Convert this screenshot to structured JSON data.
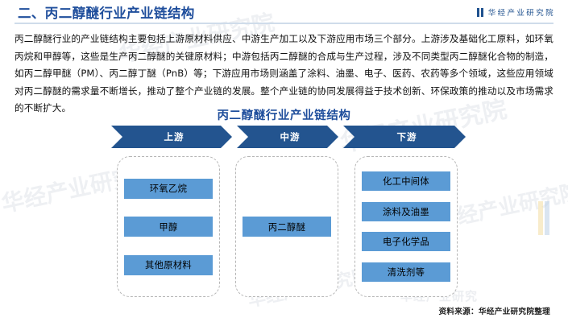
{
  "header": {
    "title": "二、丙二醇醚行业产业链结构",
    "brand_text": "华经产业研究院",
    "brand_icon": "double-bar-logo-icon",
    "title_color": "#1F4E9C",
    "rule_color": "#cfdcea"
  },
  "intro": {
    "paragraph": "丙二醇醚行业的产业链结构主要包括上游原材料供应、中游生产加工以及下游应用市场三个部分。上游涉及基础化工原料，如环氧丙烷和甲醇等，这些是生产丙二醇醚的关键原材料；中游包括丙二醇醚的合成与生产过程，涉及不同类型丙二醇醚化合物的制造，如丙二醇甲醚（PM）、丙二醇丁醚（PnB）等；下游应用市场则涵盖了涂料、油墨、电子、医药、农药等多个领域，这些应用领域对丙二醇醚的需求量不断增长，推动了整个产业链的发展。整个产业链的协同发展得益于技术创新、环保政策的推动以及市场需求的不断扩大。"
  },
  "figure": {
    "title": "丙二醇醚行业产业链结构",
    "chevron_color": "#23548F",
    "chip_color": "#5B9BD5",
    "box_border_color": "#b6b6b6",
    "stages": [
      {
        "key": "upstream",
        "label": "上游",
        "items": [
          "环氧乙烷",
          "甲醇",
          "其他原材料"
        ]
      },
      {
        "key": "midstream",
        "label": "中游",
        "items": [
          "丙二醇醚"
        ]
      },
      {
        "key": "downstream",
        "label": "下游",
        "items": [
          "化工中间体",
          "涂料及油墨",
          "电子化学品",
          "清洗剂等"
        ]
      }
    ]
  },
  "footer": {
    "source": "资料来源：华经产业研究院整理"
  },
  "watermarks": {
    "text": "华经产业研究院",
    "weibo": "华经产业研究"
  }
}
